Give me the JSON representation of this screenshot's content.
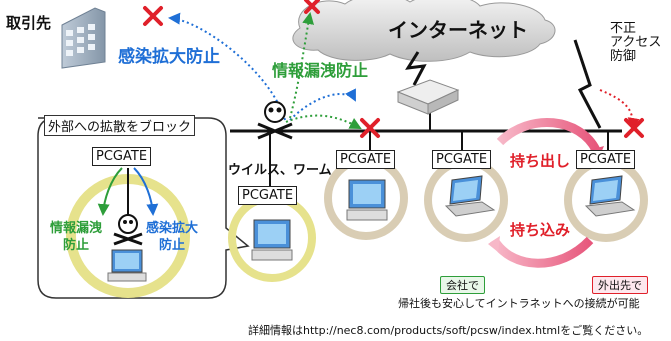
{
  "labels": {
    "partner": "取引先",
    "infection_spread_prevention": "感染拡大防止",
    "internet": "インターネット",
    "unauthorized_access_prevention": "不正\nアクセス\n防御",
    "info_leak_prevention": "情報漏洩防止",
    "external_spread_block": "外部への拡散をブロック",
    "virus_worm": "ウイルス、ワーム",
    "inner_info_leak": "情報漏洩\n防止",
    "inner_infection_spread": "感染拡大\n防止",
    "take_out": "持ち出し",
    "bring_in": "持ち込み",
    "at_office": "会社で",
    "at_outside": "外出先で",
    "caption": "帰社後も安心してイントラネットへの接続が可能",
    "footer": "詳細情報はhttp://nec8.com/products/soft/pcsw/index.htmlをご覧ください。"
  },
  "pcgate": {
    "label": "PCGATE"
  },
  "colors": {
    "blue": "#1f6fd6",
    "green": "#2e9e3a",
    "red": "#e0202a",
    "ring": "#e6e28c",
    "ring2": "#d9cdb4",
    "cloud": "#d8d8d8"
  }
}
